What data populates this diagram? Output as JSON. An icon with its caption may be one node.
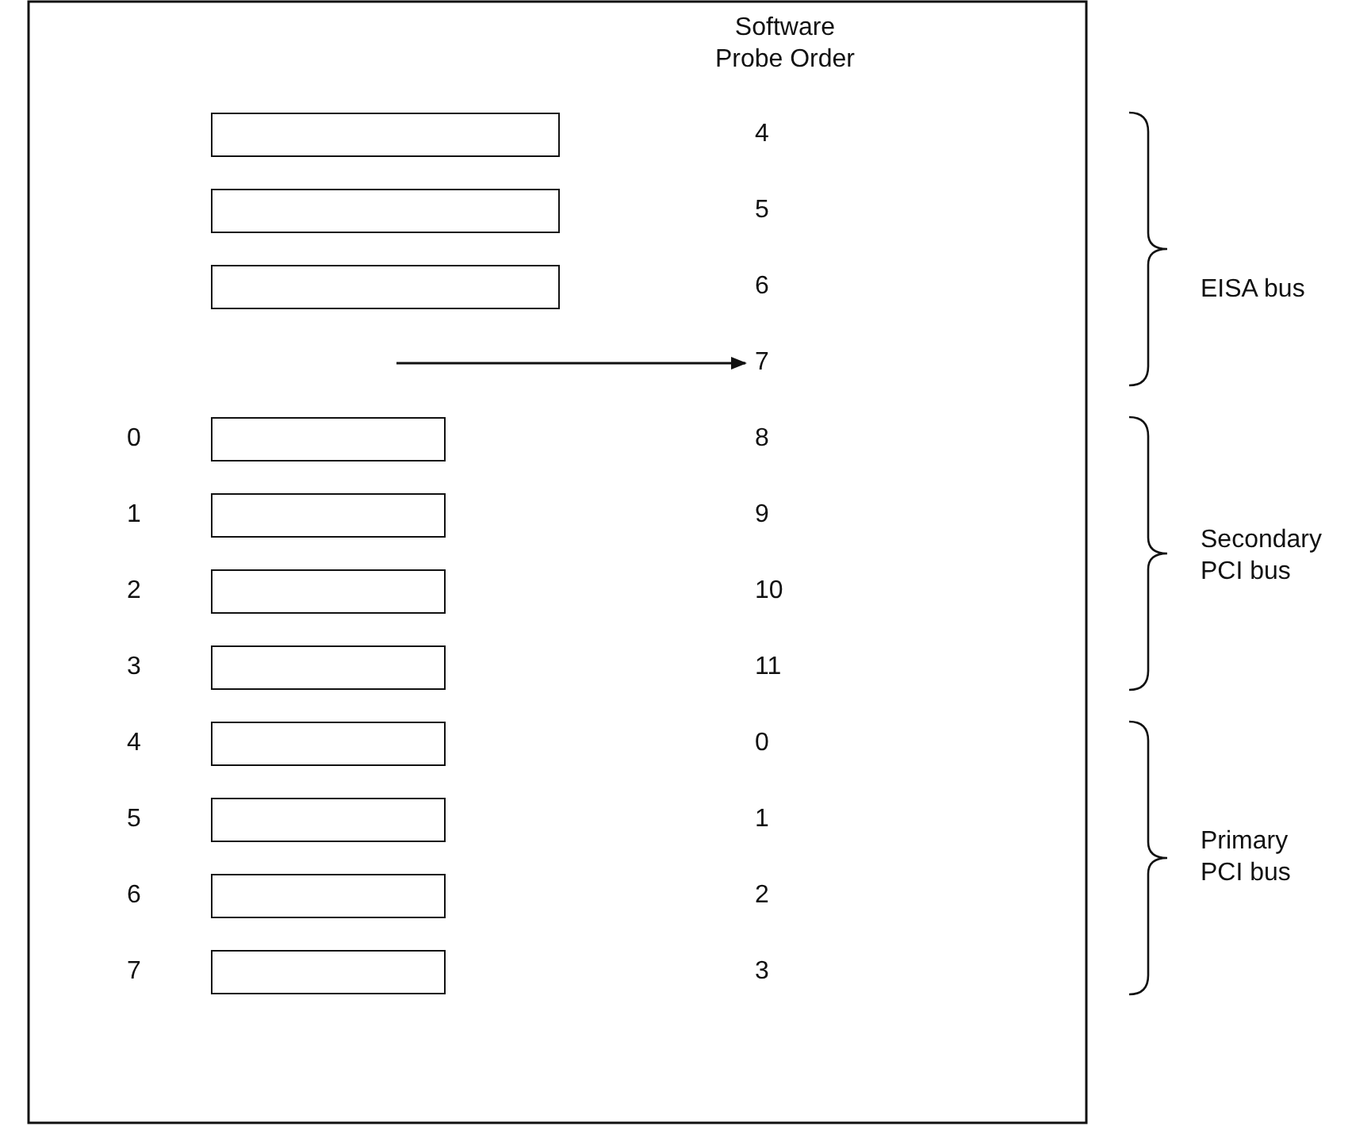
{
  "diagram": {
    "nodes": [
      {
        "text": [],
        "shape": "box"
      },
      {
        "text": [],
        "shape": "box"
      },
      {
        "text": [],
        "shape": "box"
      },
      {
        "text": [
          "7"
        ]
      },
      {
        "text": [],
        "shape": "box"
      },
      {
        "text": [],
        "shape": "box"
      },
      {
        "text": [],
        "shape": "box"
      },
      {
        "text": [],
        "shape": "box"
      },
      {
        "text": [],
        "shape": "box"
      },
      {
        "text": [],
        "shape": "box"
      },
      {
        "text": [],
        "shape": "box"
      },
      {
        "text": [],
        "shape": "box"
      }
    ],
    "edges": [
      {
        "from": null,
        "to": 3,
        "arrow": "to"
      }
    ],
    "labels": [
      "Software Probe Order",
      "4",
      "5",
      "6",
      "EISA bus",
      "0",
      "8",
      "1",
      "9",
      "Secondary PCI bus",
      "2",
      "10",
      "3",
      "11",
      "4",
      "0",
      "5",
      "1",
      "6",
      "2",
      "Primary PCI bus",
      "7",
      "3"
    ]
  }
}
